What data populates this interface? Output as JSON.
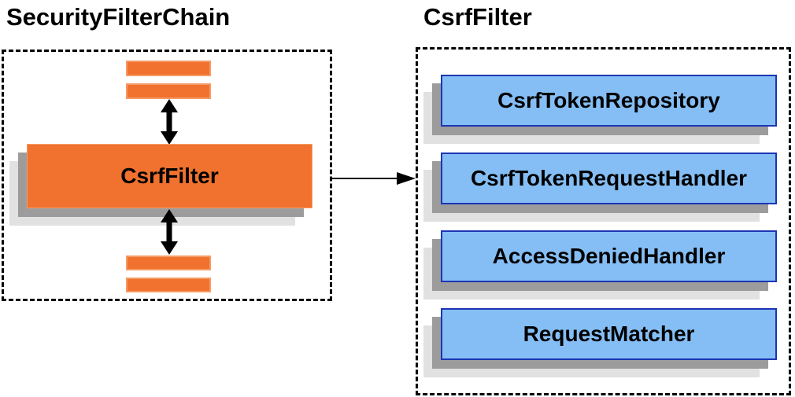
{
  "diagram": {
    "left_group": {
      "title": "SecurityFilterChain",
      "filter_node_label": "CsrfFilter",
      "placeholder_bar_count": 4,
      "vertical_connectors": [
        {
          "type": "double-headed-arrow",
          "from": "upper-filter-placeholders",
          "to": "csrf-filter-node"
        },
        {
          "type": "double-headed-arrow",
          "from": "csrf-filter-node",
          "to": "lower-filter-placeholders"
        }
      ]
    },
    "connector": {
      "type": "arrow-right",
      "from": "csrf-filter-node",
      "to": "csrf-filter-group"
    },
    "right_group": {
      "title": "CsrfFilter",
      "components": [
        "CsrfTokenRepository",
        "CsrfTokenRequestHandler",
        "AccessDeniedHandler",
        "RequestMatcher"
      ]
    }
  },
  "colors": {
    "orange_fill": "#F0722E",
    "orange_border": "#F59C66",
    "blue_fill": "#85BEF5",
    "blue_border": "#1D35B4",
    "shadow_dark": "#9C9C9C",
    "shadow_light": "#E1E1E1",
    "line_color": "#000000"
  }
}
